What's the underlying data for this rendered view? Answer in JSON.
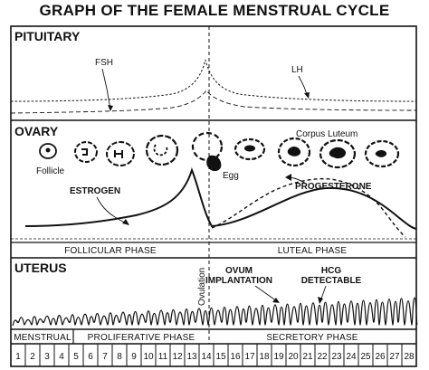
{
  "title": "GRAPH OF THE FEMALE MENSTRUAL CYCLE",
  "sections": {
    "pituitary": "PITUITARY",
    "ovary": "OVARY",
    "uterus": "UTERUS"
  },
  "pituitary_labels": {
    "fsh": "FSH",
    "lh": "LH"
  },
  "ovary_labels": {
    "follicle": "Follicle",
    "egg": "Egg",
    "corpus_luteum": "Corpus Luteum",
    "estrogen": "ESTROGEN",
    "progesterone": "PROGESTERONE"
  },
  "phases": {
    "follicular": "FOLLICULAR PHASE",
    "luteal": "LUTEAL PHASE"
  },
  "uterus_labels": {
    "ovulation": "Ovulation",
    "ovum_line1": "OVUM",
    "ovum_line2": "IMPLANTATION",
    "hcg_line1": "HCG",
    "hcg_line2": "DETECTABLE"
  },
  "uterine_phases": {
    "menstrual": "MENSTRUAL",
    "proliferative": "PROLIFERATIVE PHASE",
    "secretory": "SECRETORY PHASE"
  },
  "days": [
    "1",
    "2",
    "3",
    "4",
    "5",
    "6",
    "7",
    "8",
    "9",
    "10",
    "11",
    "12",
    "13",
    "14",
    "15",
    "16",
    "17",
    "18",
    "19",
    "20",
    "21",
    "22",
    "23",
    "24",
    "25",
    "26",
    "27",
    "28"
  ]
}
